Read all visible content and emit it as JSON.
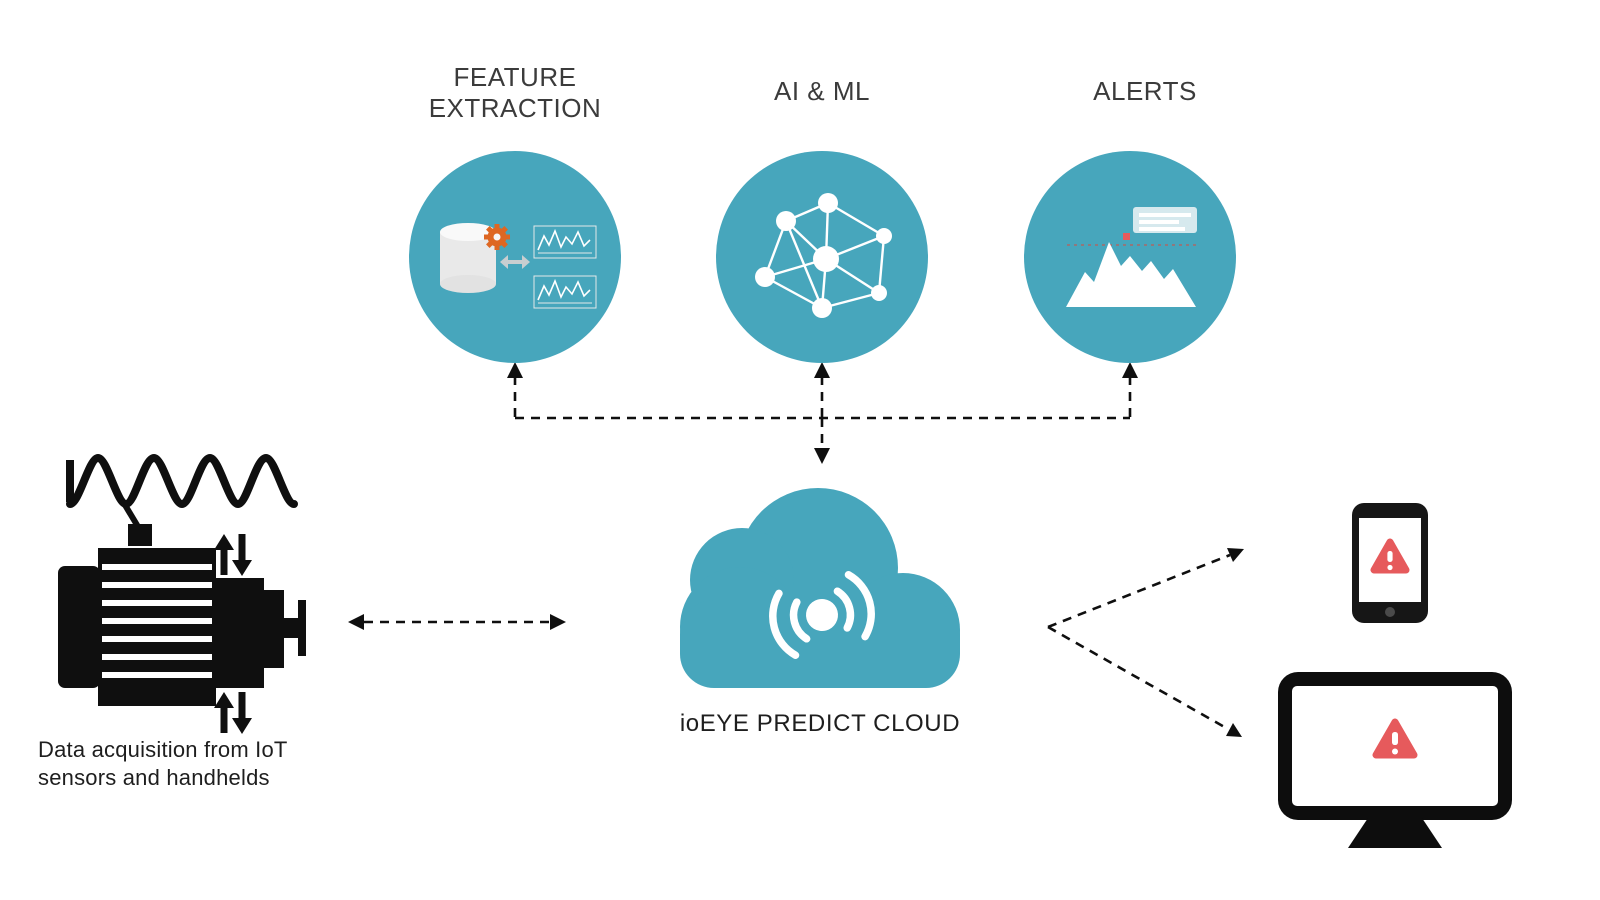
{
  "colors": {
    "teal": "#47A6BC",
    "red": "#E65A5C",
    "orange": "#DE6722",
    "ink": "#0F0F0F",
    "heading": "#3B3B3B",
    "text": "#1E1E1E",
    "chart_gray": "#C9CED0"
  },
  "nodes": {
    "feature_extraction": {
      "line1": "FEATURE",
      "line2": "EXTRACTION",
      "icon": "database-gear-chart-icon"
    },
    "ai_ml": {
      "label": "AI & ML",
      "icon": "neural-network-icon"
    },
    "alerts": {
      "label": "ALERTS",
      "icon": "threshold-alert-icon"
    },
    "cloud": {
      "label": "ioEYE PREDICT CLOUD",
      "icon": "cloud-signal-icon"
    },
    "acquisition": {
      "line1": "Data acquisition from IoT",
      "line2": "sensors and handhelds",
      "icon": "motor-icon"
    },
    "alert_devices": {
      "phone_icon": "smartphone-warning-icon",
      "monitor_icon": "monitor-warning-icon"
    }
  }
}
